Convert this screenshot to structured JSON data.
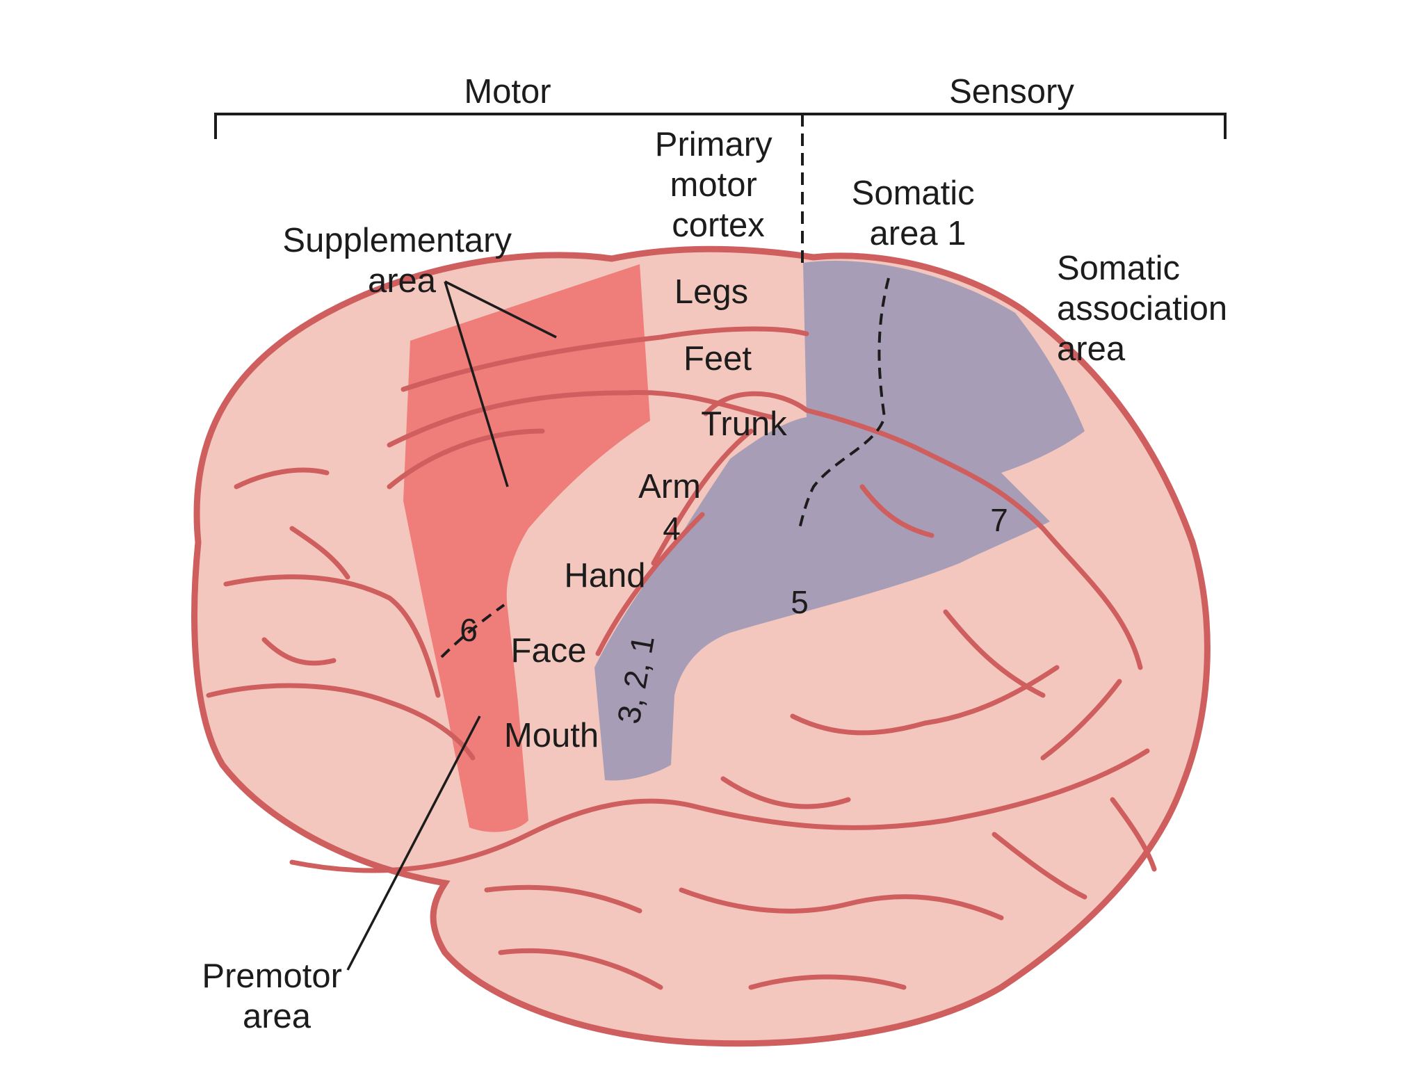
{
  "title": "",
  "colors": {
    "cortex": "#f3c7bd",
    "outline": "#cf5e5e",
    "motor_region": "#ef7e7a",
    "sensory_region": "#a89db6",
    "label_text": "#1c1c1c"
  },
  "header": {
    "motor": "Motor",
    "sensory": "Sensory"
  },
  "labels": {
    "primary_motor": [
      "Primary",
      "motor",
      "cortex"
    ],
    "somatic_area_1": [
      "Somatic",
      "area 1"
    ],
    "somatic_association": [
      "Somatic",
      "association",
      "area"
    ],
    "supplementary": [
      "Supplementary",
      "area"
    ],
    "premotor": [
      "Premotor",
      "area"
    ],
    "body_parts": {
      "legs": "Legs",
      "feet": "Feet",
      "trunk": "Trunk",
      "arm": "Arm",
      "hand": "Hand",
      "face": "Face",
      "mouth": "Mouth"
    },
    "areas": {
      "area_4": "4",
      "area_6": "6",
      "area_5": "5",
      "area_7": "7",
      "area_3_2_1": "3, 2, 1"
    }
  }
}
